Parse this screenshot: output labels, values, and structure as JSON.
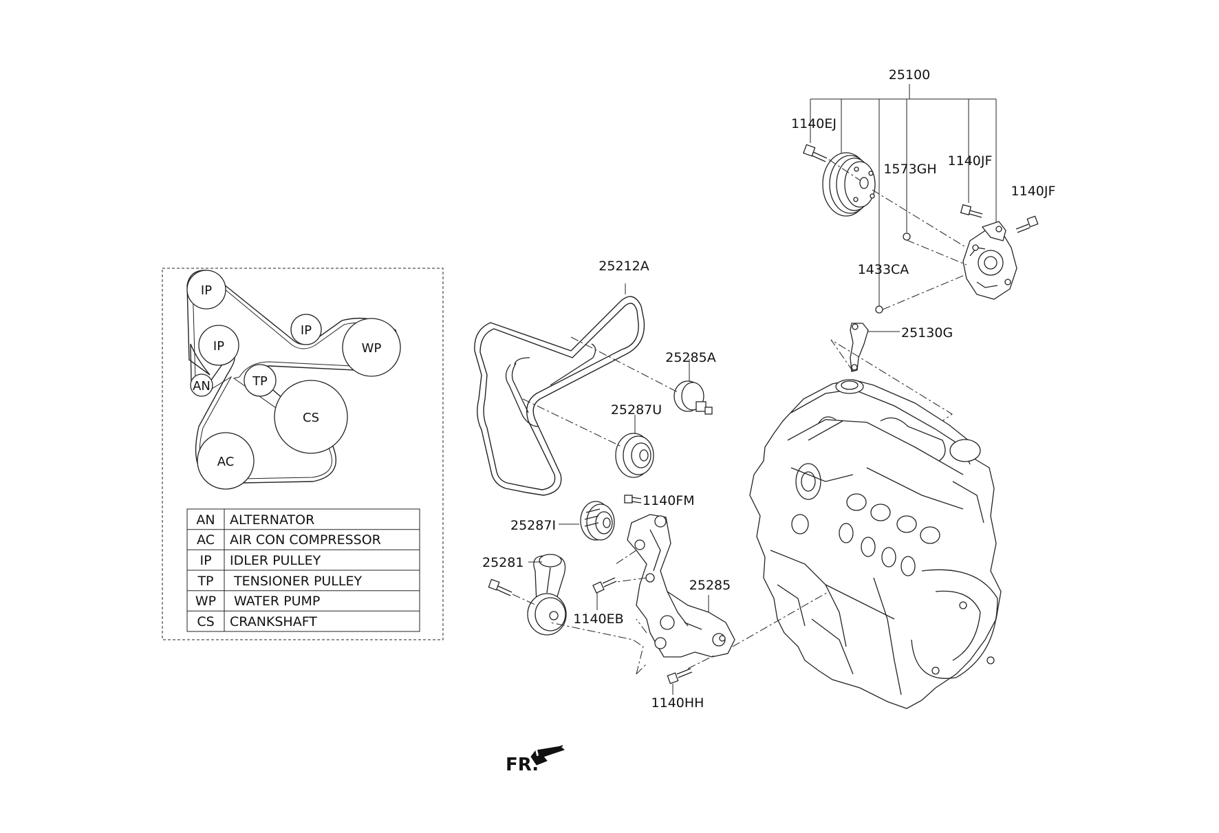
{
  "callouts": {
    "p25100": "25100",
    "p1140EJ": "1140EJ",
    "p1573GH": "1573GH",
    "p1140JF_a": "1140JF",
    "p1140JF_b": "1140JF",
    "p1433CA": "1433CA",
    "p25130G": "25130G",
    "p25212A": "25212A",
    "p25285A": "25285A",
    "p25287U": "25287U",
    "p1140FM": "1140FM",
    "p25287I": "25287I",
    "p25281": "25281",
    "p25285": "25285",
    "p1140EB": "1140EB",
    "p1140HH": "1140HH"
  },
  "front_marker": "FR.",
  "belt_routing": {
    "pulleys": {
      "ip1": "IP",
      "ip2": "IP",
      "ip3": "IP",
      "wp": "WP",
      "an": "AN",
      "tp": "TP",
      "cs": "CS",
      "ac": "AC"
    }
  },
  "legend": [
    {
      "code": "AN",
      "name": "ALTERNATOR"
    },
    {
      "code": "AC",
      "name": "AIR CON COMPRESSOR"
    },
    {
      "code": "IP",
      "name": "IDLER PULLEY"
    },
    {
      "code": "TP",
      "name": " TENSIONER PULLEY"
    },
    {
      "code": "WP",
      "name": " WATER PUMP"
    },
    {
      "code": "CS",
      "name": "CRANKSHAFT"
    }
  ]
}
